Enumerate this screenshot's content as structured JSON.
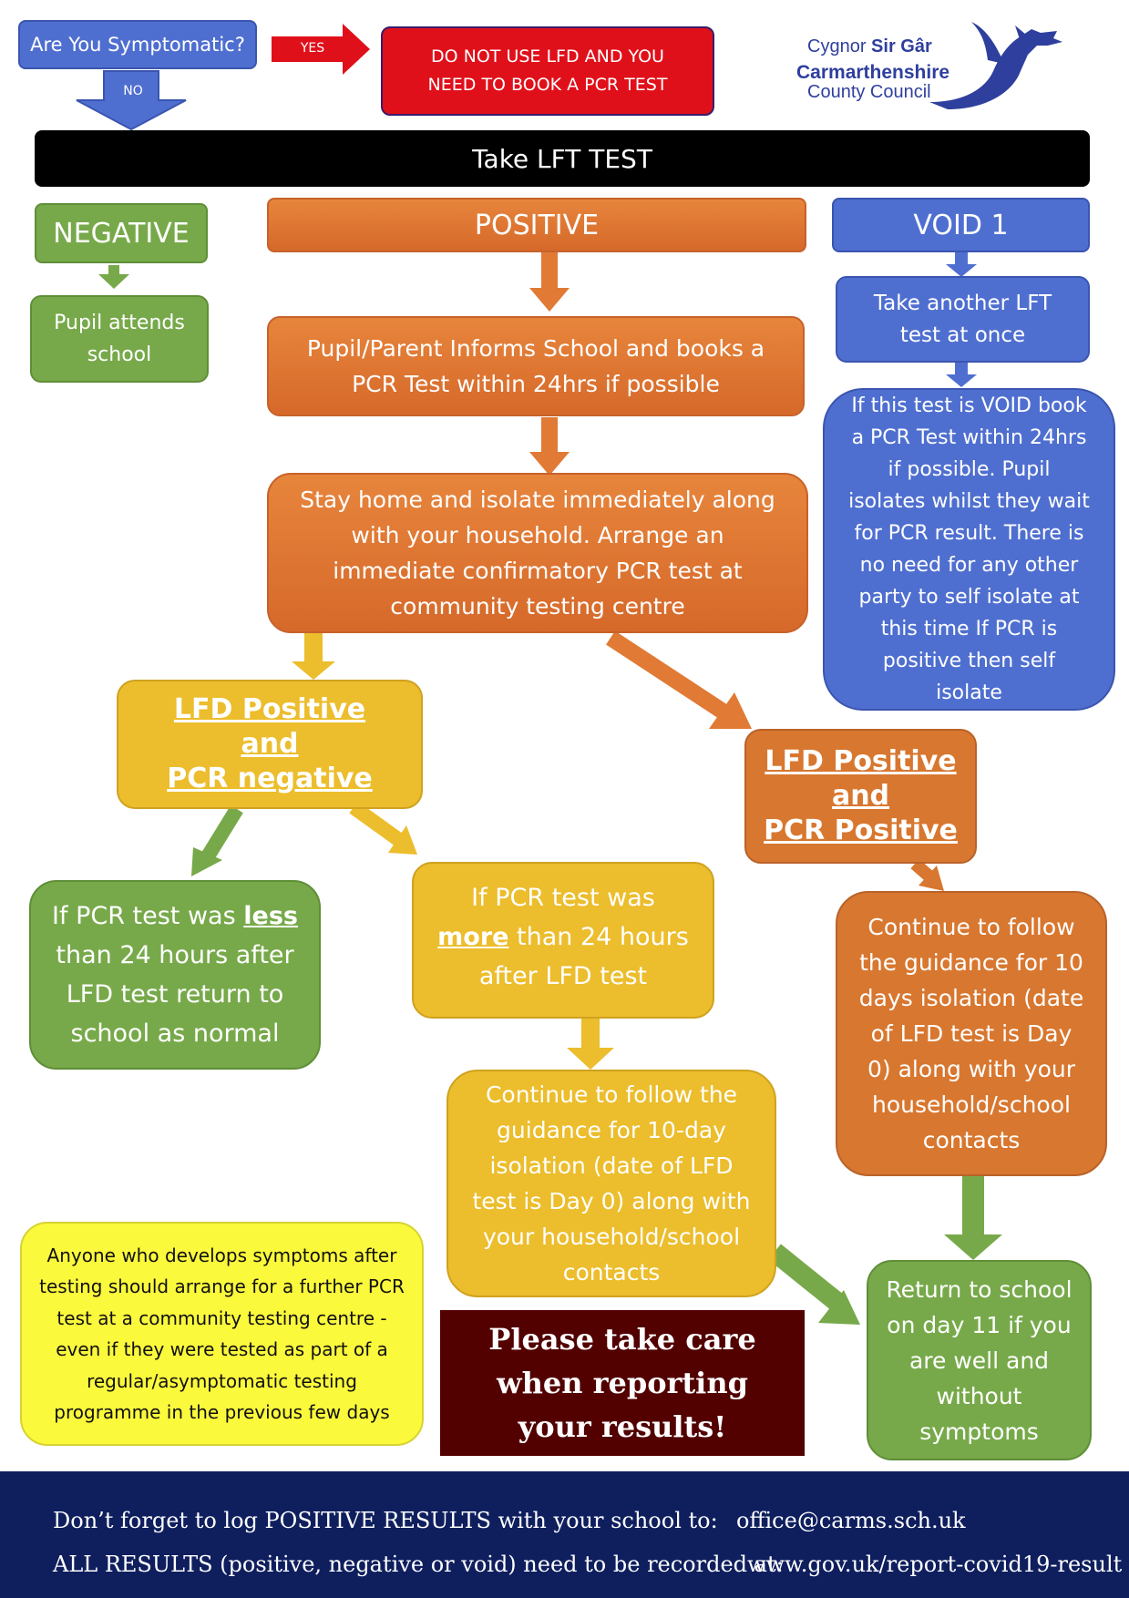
{
  "top": {
    "question": "Are You Symptomatic?",
    "yes_label": "YES",
    "no_label": "NO",
    "warning": "DO NOT USE LFD AND YOU NEED TO BOOK A PCR TEST"
  },
  "logo": {
    "line1_a": "Cygnor",
    "line1_b": "Sir Gâr",
    "line2": "Carmarthenshire",
    "line3": "County Council"
  },
  "banner": "Take LFT TEST",
  "negative": {
    "title": "NEGATIVE",
    "result": "Pupil attends school"
  },
  "positive": {
    "title": "POSITIVE",
    "step1": "Pupil/Parent Informs School and books a PCR Test within 24hrs if possible",
    "step2": "Stay home and isolate immediately along with your household. Arrange an immediate confirmatory PCR test at community testing centre"
  },
  "void": {
    "title": "VOID 1",
    "step1": "Take another LFT test at once",
    "step2": "If this test is VOID book a PCR Test within 24hrs if possible. Pupil isolates whilst they wait for PCR result. There is no need for any other party to self isolate at this time If PCR is positive then self isolate"
  },
  "pcr_negative": {
    "line1": "LFD Positive",
    "line2": "and",
    "line3": "PCR negative",
    "less_pre": "If PCR test was",
    "less_word": "less",
    "less_post": "than 24 hours after LFD test return to school as normal",
    "more_pre": "If PCR test was",
    "more_word": "more",
    "more_post": "than 24 hours after LFD test",
    "continue": "Continue to follow the guidance for 10-day isolation (date of LFD test is Day 0) along with your household/school contacts"
  },
  "pcr_positive": {
    "line1": "LFD Positive",
    "line2": "and",
    "line3": "PCR Positive",
    "continue": "Continue to follow the guidance for 10 days isolation (date of LFD test is Day 0) along with your household/school contacts",
    "return": "Return to school on day 11 if you are well and without symptoms"
  },
  "note": "Anyone who develops symptoms after testing should arrange for a further PCR test at a community testing centre - even if they were tested as part of a regular/asymptomatic testing programme in the previous few days",
  "care": "Please take care when reporting your results!",
  "footer": {
    "line1_text": "Don’t forget to log POSITIVE RESULTS with your school to:",
    "line1_contact": "office@carms.sch.uk",
    "line2_text": "ALL RESULTS (positive, negative or void) need to be recorded at:",
    "line2_contact": "www.gov.uk/report-covid19-result"
  },
  "colors": {
    "blue": "#4f6fd0",
    "green": "#77a94a",
    "orange": "#e07a35",
    "yellow": "#ecbd2c",
    "lemon": "#fbf93c",
    "red": "#e0101a",
    "maroon": "#520000",
    "navy": "#0f1f5e",
    "logo": "#2f3f9e"
  }
}
